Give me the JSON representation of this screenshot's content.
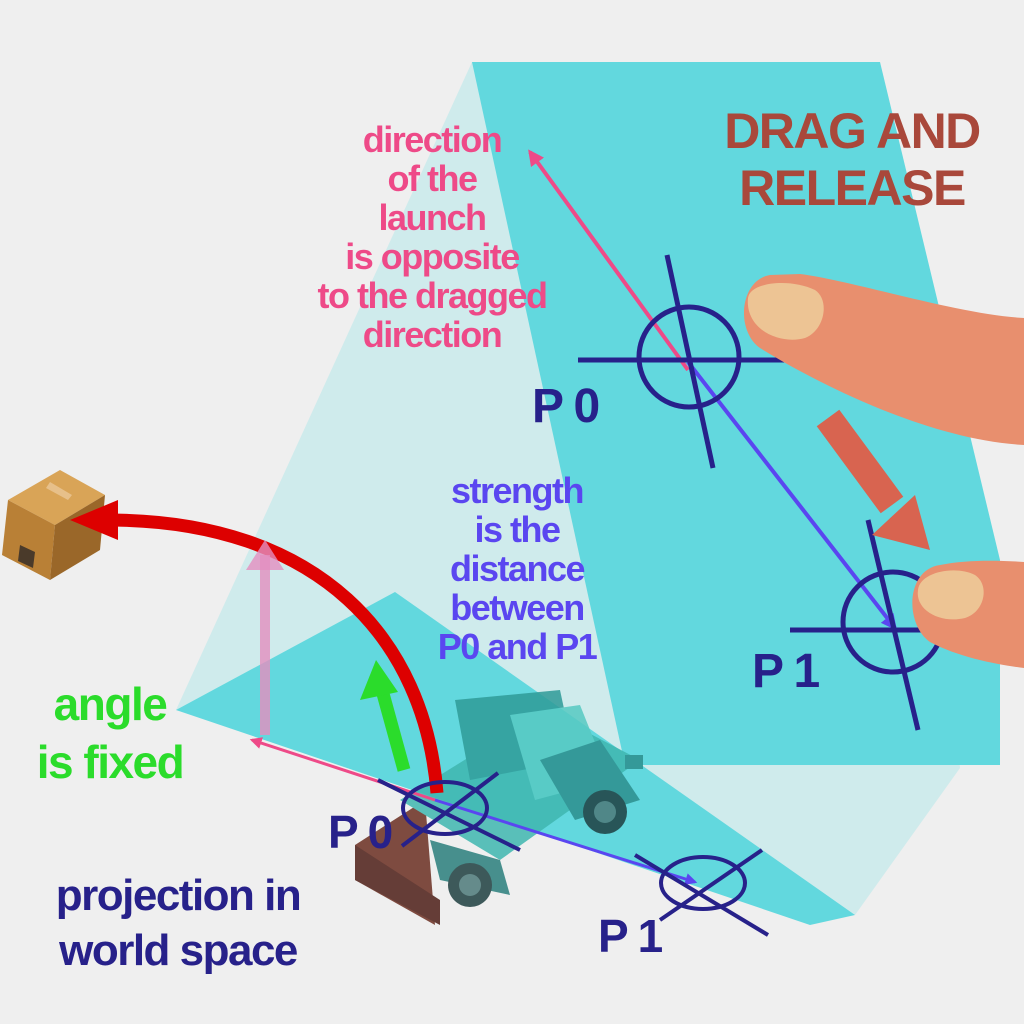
{
  "colors": {
    "background": "#efefef",
    "screen_plane": "#62d8de",
    "frustum": "#c4e9eb",
    "ground_plane": "#62d8de",
    "navy": "#27218a",
    "pink": "#ee4a88",
    "violet": "#5a46f0",
    "green": "#2bdc2b",
    "red_arc": "#dd0000",
    "title_brown": "#a9483b",
    "finger_skin": "#e88f6e",
    "finger_nail": "#edc494",
    "drag_arrow": "#d86450",
    "crate": "#c8913f"
  },
  "labels": {
    "title_line1": "DRAG AND",
    "title_line2": "RELEASE",
    "direction_lines": [
      "direction",
      "of the",
      "launch",
      "is opposite",
      "to the dragged",
      "direction"
    ],
    "strength_lines": [
      "strength",
      "is the",
      "distance",
      "between",
      "P0 and P1"
    ],
    "angle_lines": [
      "angle",
      "is fixed"
    ],
    "projection_lines": [
      "projection in",
      "world space"
    ],
    "screen_p0": "P 0",
    "screen_p1": "P 1",
    "world_p0": "P 0",
    "world_p1": "P 1"
  },
  "icons": {
    "finger": "finger-icon",
    "crate": "crate-icon",
    "truck": "truck-icon",
    "crosshair": "crosshair-icon"
  }
}
